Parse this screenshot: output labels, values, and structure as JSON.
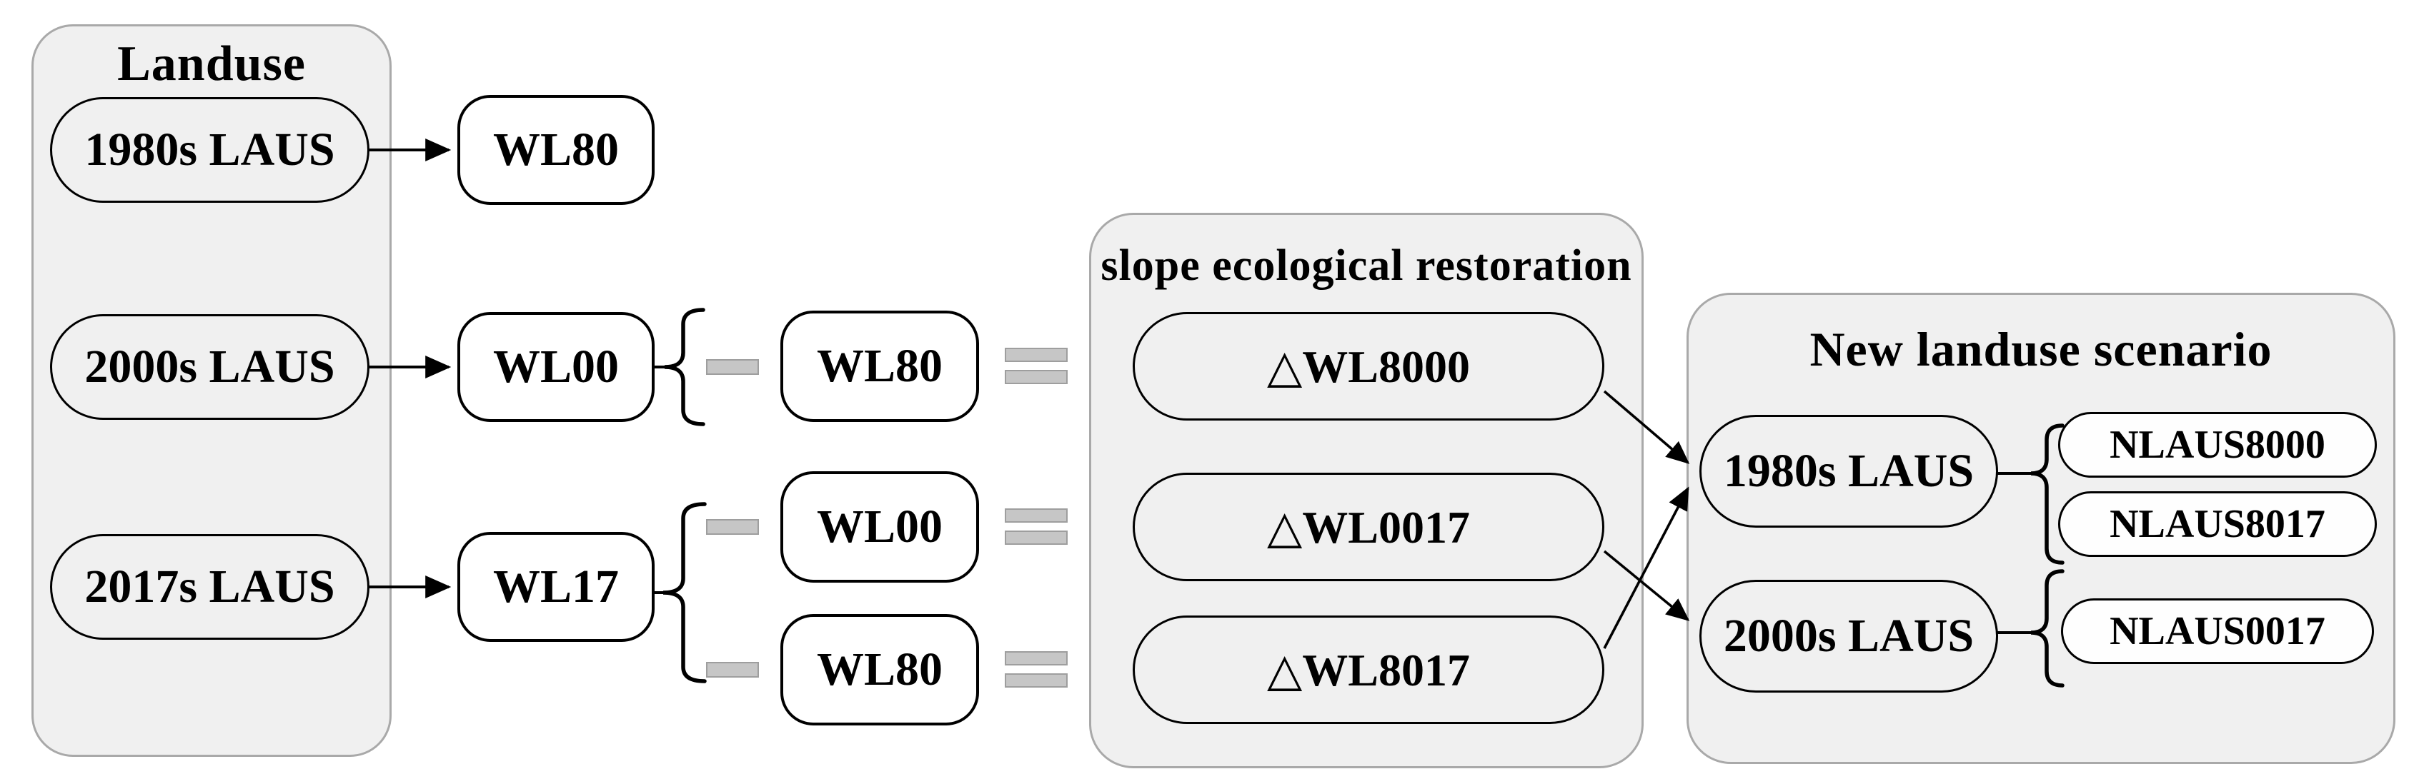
{
  "landuse": {
    "title": "Landuse",
    "pills": [
      "1980s LAUS",
      "2000s LAUS",
      "2017s LAUS"
    ]
  },
  "derived": {
    "col1": [
      "WL80",
      "WL00",
      "WL17"
    ],
    "col2": [
      "WL80",
      "WL00",
      "WL80"
    ]
  },
  "operators": {
    "minus_count": 3,
    "equals_count": 3
  },
  "slope": {
    "title": "slope ecological restoration",
    "pills": [
      "△WL8000",
      "△WL0017",
      "△WL8017"
    ]
  },
  "scenario": {
    "title": "New landuse scenario",
    "inputs": [
      "1980s LAUS",
      "2000s LAUS"
    ],
    "outputs": [
      "NLAUS8000",
      "NLAUS8017",
      "NLAUS0017"
    ]
  },
  "connections": [
    {
      "from": "1980s LAUS",
      "to": "WL80"
    },
    {
      "from": "2000s LAUS",
      "to": "WL00"
    },
    {
      "from": "2017s LAUS",
      "to": "WL17"
    },
    {
      "from": "△WL8000",
      "to": "1980s LAUS (new)"
    },
    {
      "from": "△WL0017",
      "to": "2000s LAUS (new)"
    },
    {
      "from": "△WL8017",
      "to": "1980s LAUS (new)"
    }
  ],
  "colors": {
    "panel_fill": "#f0f0f0",
    "panel_border": "#a9a9a9",
    "node_border": "#000000",
    "node_fill_white": "#ffffff",
    "operator_fill": "#c6c6c6",
    "operator_border": "#9e9e9e",
    "text": "#000000"
  }
}
